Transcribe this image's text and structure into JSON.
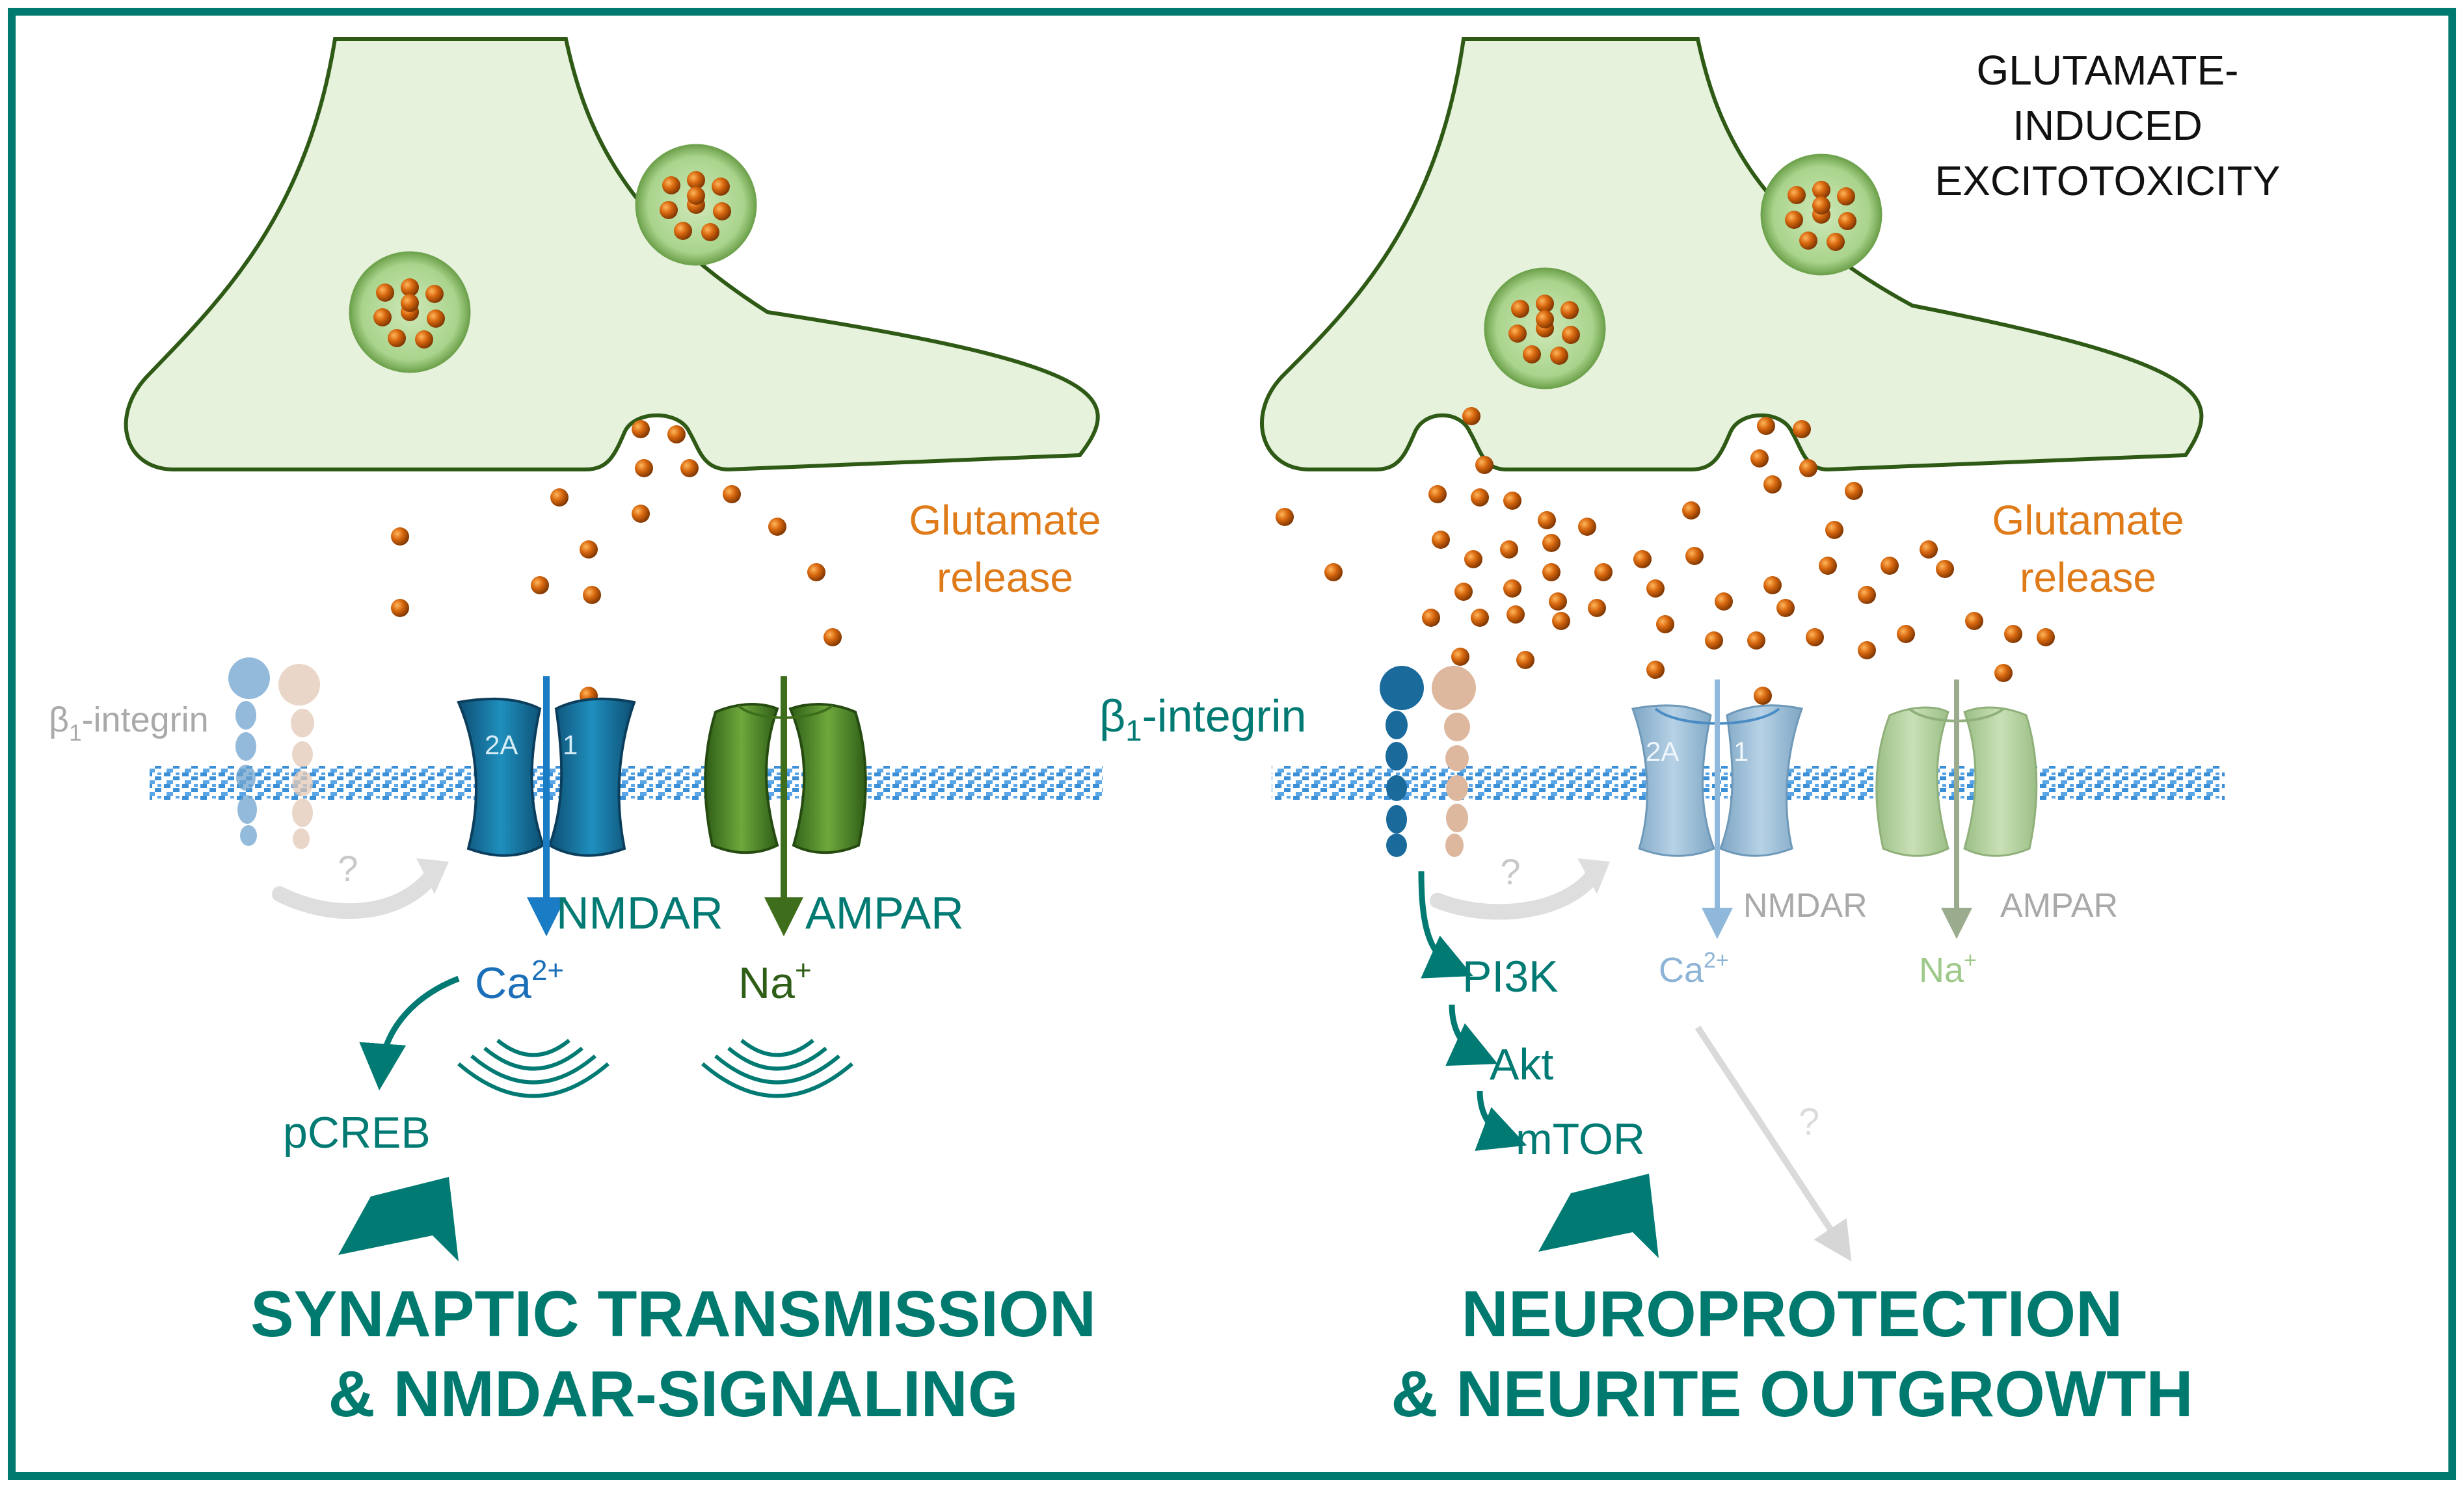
{
  "corner_title": [
    "GLUTAMATE-",
    "INDUCED",
    "EXCITOTOXICITY"
  ],
  "left": {
    "glutamate_label": [
      "Glutamate",
      "release"
    ],
    "integrin_label": "β1-integrin",
    "nmdar_subunits": [
      "2A",
      "1"
    ],
    "nmdar_label": "NMDAR",
    "ampar_label": "AMPAR",
    "ca_label": "Ca2+",
    "na_label": "Na+",
    "question": "?",
    "pcreb_label": "pCREB",
    "outcome": [
      "SYNAPTIC TRANSMISSION",
      "& NMDAR-SIGNALING"
    ]
  },
  "right": {
    "glutamate_label": [
      "Glutamate",
      "release"
    ],
    "integrin_label": "β1-integrin",
    "nmdar_subunits": [
      "2A",
      "1"
    ],
    "nmdar_label": "NMDAR",
    "ampar_label": "AMPAR",
    "ca_label": "Ca2+",
    "na_label": "Na+",
    "question": "?",
    "question_2": "?",
    "pathway": [
      "PI3K",
      "Akt",
      "mTOR"
    ],
    "outcome": [
      "NEUROPROTECTION",
      "& NEURITE OUTGROWTH"
    ]
  },
  "colors": {
    "frame": "#00796e",
    "teal": "#007a72",
    "orange": "#e07b1a",
    "terminal_fill": "#e6f2dc",
    "nmdar_blue": "#1a7fa8",
    "ampar_green": "#4f8a2e",
    "membrane": "#3a8fd6"
  }
}
